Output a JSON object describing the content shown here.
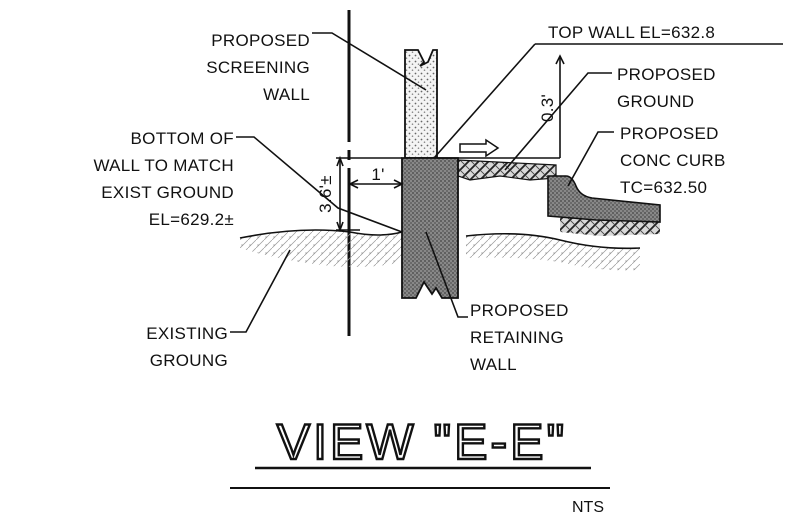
{
  "labels": {
    "screening_wall": [
      "PROPOSED",
      "SCREENING",
      "WALL"
    ],
    "top_wall": "TOP WALL EL=632.8",
    "proposed_ground": [
      "PROPOSED",
      "GROUND"
    ],
    "curb": [
      "PROPOSED",
      "CONC CURB",
      "TC=632.50"
    ],
    "bottom_wall": [
      "BOTTOM OF",
      "WALL TO MATCH",
      "EXIST GROUND",
      "EL=629.2±"
    ],
    "existing_ground": [
      "EXISTING",
      "GROUNG"
    ],
    "retaining_wall": [
      "PROPOSED",
      "RETAINING",
      "WALL"
    ]
  },
  "dimensions": {
    "height": "3.6'±",
    "offset": "1'",
    "step": "0.3'"
  },
  "title": {
    "text": "VIEW \"E-E\"",
    "scale": "NTS"
  }
}
